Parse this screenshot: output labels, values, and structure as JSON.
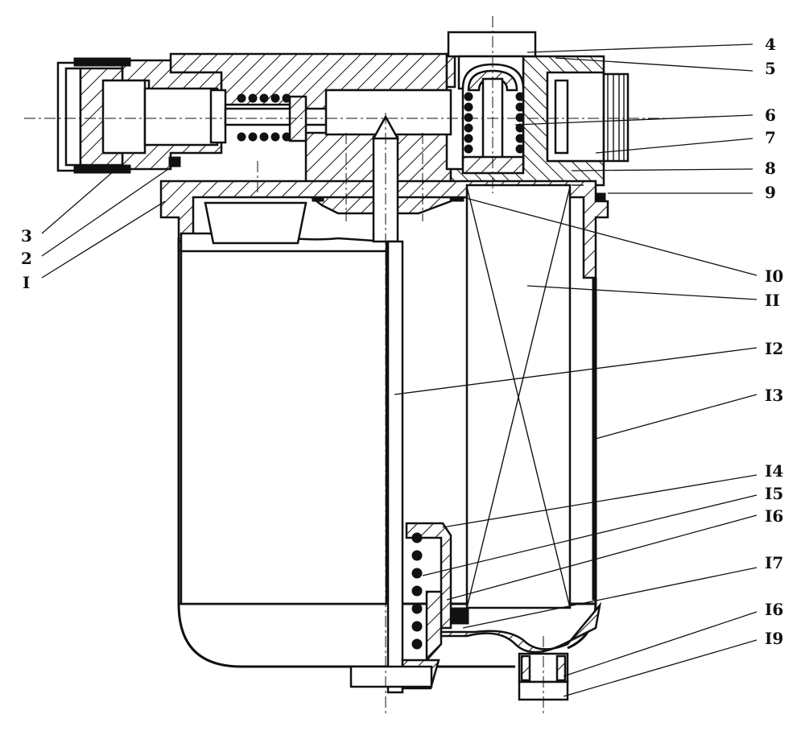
{
  "diagram": {
    "part_labels": [
      {
        "id": "4",
        "text": "4"
      },
      {
        "id": "5",
        "text": "5"
      },
      {
        "id": "6",
        "text": "6"
      },
      {
        "id": "7",
        "text": "7"
      },
      {
        "id": "8",
        "text": "8"
      },
      {
        "id": "9",
        "text": "9"
      },
      {
        "id": "10",
        "text": "I0"
      },
      {
        "id": "11",
        "text": "II"
      },
      {
        "id": "12",
        "text": "I2"
      },
      {
        "id": "13",
        "text": "I3"
      },
      {
        "id": "14",
        "text": "I4"
      },
      {
        "id": "15",
        "text": "I5"
      },
      {
        "id": "16a",
        "text": "I6"
      },
      {
        "id": "17",
        "text": "I7"
      },
      {
        "id": "16b",
        "text": "I6"
      },
      {
        "id": "19",
        "text": "I9"
      },
      {
        "id": "3",
        "text": "3"
      },
      {
        "id": "2",
        "text": "2"
      },
      {
        "id": "1",
        "text": "I"
      }
    ]
  }
}
